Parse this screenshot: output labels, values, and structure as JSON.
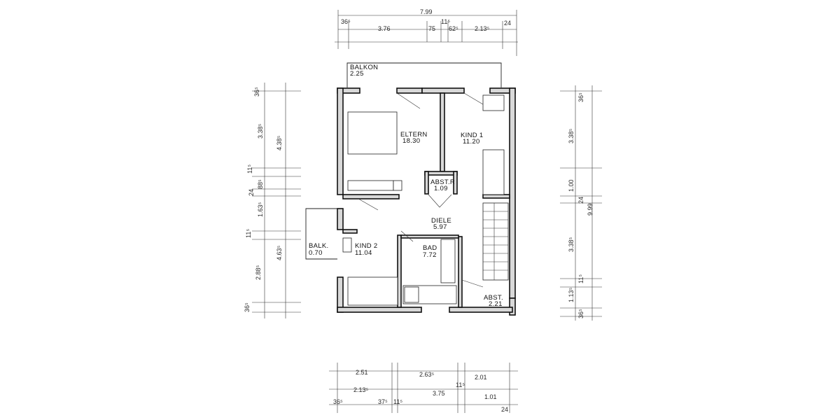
{
  "plan": {
    "rooms": {
      "balkon_top": {
        "name": "BALKON",
        "area": "2.25"
      },
      "eltern": {
        "name": "ELTERN",
        "area": "18.30"
      },
      "kind1": {
        "name": "KIND 1",
        "area": "11.20"
      },
      "abstr": {
        "name": "ABST.R",
        "area": "1.09"
      },
      "diele": {
        "name": "DIELE",
        "area": "5.97"
      },
      "kind2": {
        "name": "KIND 2",
        "area": "11.04"
      },
      "bad": {
        "name": "BAD",
        "area": "7.72"
      },
      "balk": {
        "name": "BALK.",
        "area": "0.70"
      },
      "abst": {
        "name": "ABST.",
        "area": "2.21"
      }
    },
    "dims_top": {
      "total": "7.99",
      "d1": "36⁵",
      "d2": "3.76",
      "d3": "75",
      "d4": "11⁵",
      "d5": "62⁵",
      "d6": "2.13⁵",
      "d7": "24"
    },
    "dims_bottom": {
      "a1": "2.51",
      "a2": "2.63⁵",
      "a3": "2.01",
      "a4": "11⁵",
      "b1": "2.13⁵",
      "b2": "3.75",
      "b3": "1.01",
      "c1": "36⁵",
      "c2": "37⁵",
      "c3": "11⁵",
      "c4": "24"
    },
    "dims_left": {
      "l1": "36⁵",
      "l2": "3.38⁵",
      "l3": "4.38⁵",
      "l4": "11⁵",
      "l5": "88⁵",
      "l6": "24",
      "l7": "1.63⁵",
      "l8": "11⁵",
      "l9": "2.88⁵",
      "l10": "4.63⁵",
      "l11": "36⁵"
    },
    "dims_right": {
      "r1": "36⁵",
      "r2": "3.38⁵",
      "r3": "1.00",
      "r4": "24",
      "r5": "9.99",
      "r6": "3.38⁵",
      "r7": "11⁵",
      "r8": "1.13⁵",
      "r9": "36⁵"
    }
  }
}
